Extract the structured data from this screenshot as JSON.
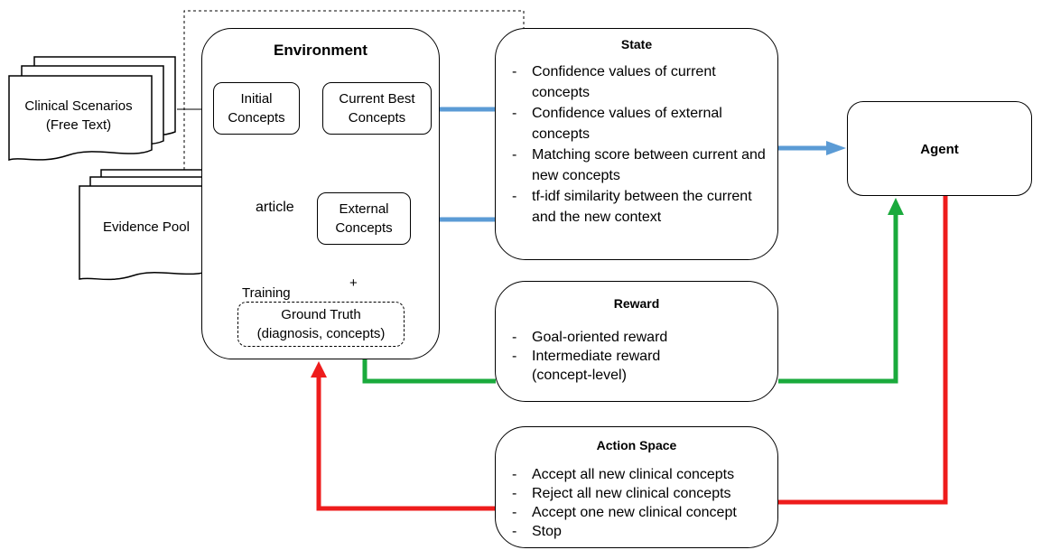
{
  "documents": {
    "clinical": "Clinical Scenarios\n(Free Text)",
    "evidence": "Evidence Pool"
  },
  "environment": {
    "title": "Environment",
    "initial": "Initial\nConcepts",
    "current_best": "Current Best\nConcepts",
    "external": "External\nConcepts",
    "article_label": "article",
    "training_label": "Training",
    "plus_label": "+",
    "ground_truth": "Ground Truth\n(diagnosis, concepts)"
  },
  "state": {
    "title": "State",
    "items": [
      "Confidence values of current concepts",
      "Confidence values of external concepts",
      "Matching score between current and new concepts",
      "tf-idf similarity between the current and the new context"
    ]
  },
  "agent": {
    "title": "Agent"
  },
  "reward": {
    "title": "Reward",
    "items": [
      "Goal-oriented reward",
      "Intermediate reward (concept-level)"
    ]
  },
  "action_space": {
    "title": "Action Space",
    "items": [
      "Accept all new clinical concepts",
      "Reject all new clinical concepts",
      "Accept one new clinical concept",
      "Stop"
    ]
  },
  "colors": {
    "state_connector": "#5b9bd5",
    "reward_connector": "#1aaa3c",
    "action_connector": "#ee1c1c"
  }
}
